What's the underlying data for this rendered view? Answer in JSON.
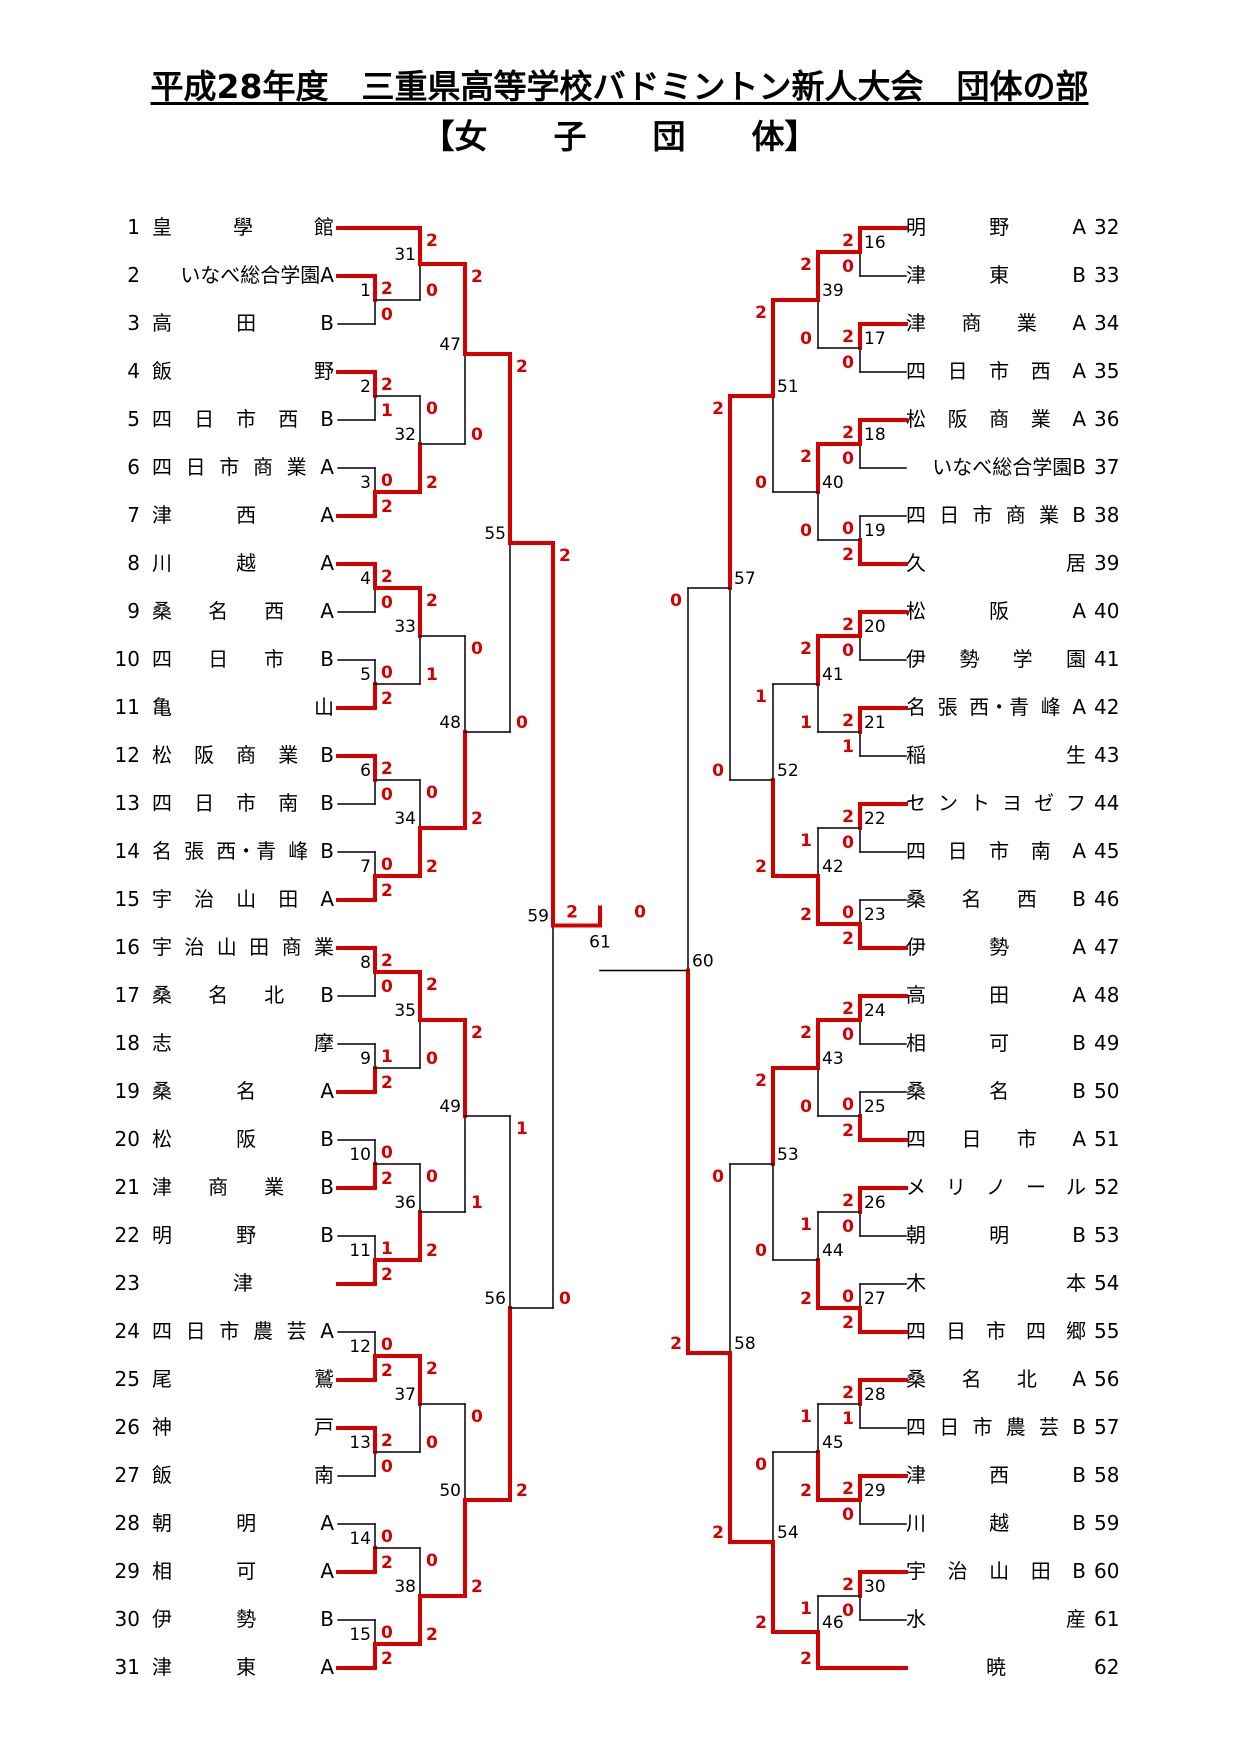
{
  "header": {
    "title": "平成28年度　三重県高等学校バドミントン新人大会　団体の部",
    "subtitle": "【女　　子　　団　　体】"
  },
  "left_teams": [
    {
      "no": "1",
      "name": "皇　學　館"
    },
    {
      "no": "2",
      "name": "いなべ総合学園A"
    },
    {
      "no": "3",
      "name": "高　田　B"
    },
    {
      "no": "4",
      "name": "飯　野"
    },
    {
      "no": "5",
      "name": "四　日　市　西　B"
    },
    {
      "no": "6",
      "name": "四　日　市　商　業　A"
    },
    {
      "no": "7",
      "name": "津　西　A"
    },
    {
      "no": "8",
      "name": "川　越　A"
    },
    {
      "no": "9",
      "name": "桑　名　西　A"
    },
    {
      "no": "10",
      "name": "四　日　市　B"
    },
    {
      "no": "11",
      "name": "亀　山"
    },
    {
      "no": "12",
      "name": "松　阪　商　業　B"
    },
    {
      "no": "13",
      "name": "四　日　市　南　B"
    },
    {
      "no": "14",
      "name": "名　張　西・青　峰　B"
    },
    {
      "no": "15",
      "name": "宇　治　山　田　A"
    },
    {
      "no": "16",
      "name": "宇　治　山　田　商　業"
    },
    {
      "no": "17",
      "name": "桑　名　北　B"
    },
    {
      "no": "18",
      "name": "志　摩"
    },
    {
      "no": "19",
      "name": "桑　名　A"
    },
    {
      "no": "20",
      "name": "松　阪　B"
    },
    {
      "no": "21",
      "name": "津　商　業　B"
    },
    {
      "no": "22",
      "name": "明　野　B"
    },
    {
      "no": "23",
      "name": "　津　"
    },
    {
      "no": "24",
      "name": "四　日　市　農　芸　A"
    },
    {
      "no": "25",
      "name": "尾　鷲"
    },
    {
      "no": "26",
      "name": "神　戸"
    },
    {
      "no": "27",
      "name": "飯　南"
    },
    {
      "no": "28",
      "name": "朝　明　A"
    },
    {
      "no": "29",
      "name": "相　可　A"
    },
    {
      "no": "30",
      "name": "伊　勢　B"
    },
    {
      "no": "31",
      "name": "津　東　A"
    }
  ],
  "right_teams": [
    {
      "no": "32",
      "name": "明　野　A"
    },
    {
      "no": "33",
      "name": "津　東　B"
    },
    {
      "no": "34",
      "name": "津　商　業　A"
    },
    {
      "no": "35",
      "name": "四　日　市　西　A"
    },
    {
      "no": "36",
      "name": "松　阪　商　業　A"
    },
    {
      "no": "37",
      "name": "いなべ総合学園B"
    },
    {
      "no": "38",
      "name": "四　日　市　商　業　B"
    },
    {
      "no": "39",
      "name": "久　居"
    },
    {
      "no": "40",
      "name": "松　阪　A"
    },
    {
      "no": "41",
      "name": "伊　勢　学　園"
    },
    {
      "no": "42",
      "name": "名　張　西・青　峰　A"
    },
    {
      "no": "43",
      "name": "稲　生"
    },
    {
      "no": "44",
      "name": "セ　ン　ト　ヨ　ゼ　フ"
    },
    {
      "no": "45",
      "name": "四　日　市　南　A"
    },
    {
      "no": "46",
      "name": "桑　名　西　B"
    },
    {
      "no": "47",
      "name": "伊　勢　A"
    },
    {
      "no": "48",
      "name": "高　田　A"
    },
    {
      "no": "49",
      "name": "相　可　B"
    },
    {
      "no": "50",
      "name": "桑　名　B"
    },
    {
      "no": "51",
      "name": "四　日　市　A"
    },
    {
      "no": "52",
      "name": "メ　リ　ノ　ー　ル"
    },
    {
      "no": "53",
      "name": "朝　明　B"
    },
    {
      "no": "54",
      "name": "木　本"
    },
    {
      "no": "55",
      "name": "四　日　市　四　郷"
    },
    {
      "no": "56",
      "name": "桑　名　北　A"
    },
    {
      "no": "57",
      "name": "四　日　市　農　芸　B"
    },
    {
      "no": "58",
      "name": "津　西　B"
    },
    {
      "no": "59",
      "name": "川　越　B"
    },
    {
      "no": "60",
      "name": "宇　治　山　田　B"
    },
    {
      "no": "61",
      "name": "水　産"
    },
    {
      "no": "62",
      "name": "　暁"
    }
  ],
  "matches": [
    {
      "id": "1",
      "side": "L",
      "level": 1,
      "children": [
        "2",
        "3"
      ],
      "scores": [
        "2",
        "0"
      ],
      "winner": 0
    },
    {
      "id": "2",
      "side": "L",
      "level": 1,
      "children": [
        "4",
        "5"
      ],
      "scores": [
        "2",
        "1"
      ],
      "winner": 0
    },
    {
      "id": "3",
      "side": "L",
      "level": 1,
      "children": [
        "6",
        "7"
      ],
      "scores": [
        "0",
        "2"
      ],
      "winner": 1
    },
    {
      "id": "4",
      "side": "L",
      "level": 1,
      "children": [
        "8",
        "9"
      ],
      "scores": [
        "2",
        "0"
      ],
      "winner": 0
    },
    {
      "id": "5",
      "side": "L",
      "level": 1,
      "children": [
        "10",
        "11"
      ],
      "scores": [
        "0",
        "2"
      ],
      "winner": 1
    },
    {
      "id": "6",
      "side": "L",
      "level": 1,
      "children": [
        "12",
        "13"
      ],
      "scores": [
        "2",
        "0"
      ],
      "winner": 0
    },
    {
      "id": "7",
      "side": "L",
      "level": 1,
      "children": [
        "14",
        "15"
      ],
      "scores": [
        "0",
        "2"
      ],
      "winner": 1
    },
    {
      "id": "8",
      "side": "L",
      "level": 1,
      "children": [
        "16",
        "17"
      ],
      "scores": [
        "2",
        "0"
      ],
      "winner": 0
    },
    {
      "id": "9",
      "side": "L",
      "level": 1,
      "children": [
        "18",
        "19"
      ],
      "scores": [
        "1",
        "2"
      ],
      "winner": 1
    },
    {
      "id": "10",
      "side": "L",
      "level": 1,
      "children": [
        "20",
        "21"
      ],
      "scores": [
        "0",
        "2"
      ],
      "winner": 1
    },
    {
      "id": "11",
      "side": "L",
      "level": 1,
      "children": [
        "22",
        "23"
      ],
      "scores": [
        "1",
        "2"
      ],
      "winner": 1
    },
    {
      "id": "12",
      "side": "L",
      "level": 1,
      "children": [
        "24",
        "25"
      ],
      "scores": [
        "0",
        "2"
      ],
      "winner": 1
    },
    {
      "id": "13",
      "side": "L",
      "level": 1,
      "children": [
        "26",
        "27"
      ],
      "scores": [
        "2",
        "0"
      ],
      "winner": 0
    },
    {
      "id": "14",
      "side": "L",
      "level": 1,
      "children": [
        "28",
        "29"
      ],
      "scores": [
        "0",
        "2"
      ],
      "winner": 1
    },
    {
      "id": "15",
      "side": "L",
      "level": 1,
      "children": [
        "30",
        "31"
      ],
      "scores": [
        "0",
        "2"
      ],
      "winner": 1
    },
    {
      "id": "31",
      "side": "L",
      "level": 2,
      "children": [
        "1",
        "m1"
      ],
      "scores": [
        "2",
        "0"
      ],
      "winner": 0
    },
    {
      "id": "32",
      "side": "L",
      "level": 2,
      "children": [
        "m2",
        "m3"
      ],
      "scores": [
        "0",
        "2"
      ],
      "winner": 1
    },
    {
      "id": "33",
      "side": "L",
      "level": 2,
      "children": [
        "m4",
        "m5"
      ],
      "scores": [
        "2",
        "1"
      ],
      "winner": 0
    },
    {
      "id": "34",
      "side": "L",
      "level": 2,
      "children": [
        "m6",
        "m7"
      ],
      "scores": [
        "0",
        "2"
      ],
      "winner": 1
    },
    {
      "id": "35",
      "side": "L",
      "level": 2,
      "children": [
        "m8",
        "m9"
      ],
      "scores": [
        "2",
        "0"
      ],
      "winner": 0
    },
    {
      "id": "36",
      "side": "L",
      "level": 2,
      "children": [
        "m10",
        "m11"
      ],
      "scores": [
        "0",
        "2"
      ],
      "winner": 1
    },
    {
      "id": "37",
      "side": "L",
      "level": 2,
      "children": [
        "m12",
        "m13"
      ],
      "scores": [
        "2",
        "0"
      ],
      "winner": 0
    },
    {
      "id": "38",
      "side": "L",
      "level": 2,
      "children": [
        "m14",
        "m15"
      ],
      "scores": [
        "0",
        "2"
      ],
      "winner": 1
    },
    {
      "id": "47",
      "side": "L",
      "level": 3,
      "children": [
        "m31",
        "m32"
      ],
      "scores": [
        "2",
        "0"
      ],
      "winner": 0
    },
    {
      "id": "48",
      "side": "L",
      "level": 3,
      "children": [
        "m33",
        "m34"
      ],
      "scores": [
        "0",
        "2"
      ],
      "winner": 1
    },
    {
      "id": "49",
      "side": "L",
      "level": 3,
      "children": [
        "m35",
        "m36"
      ],
      "scores": [
        "2",
        "1"
      ],
      "winner": 0
    },
    {
      "id": "50",
      "side": "L",
      "level": 3,
      "children": [
        "m37",
        "m38"
      ],
      "scores": [
        "0",
        "2"
      ],
      "winner": 1
    },
    {
      "id": "55",
      "side": "L",
      "level": 4,
      "children": [
        "m47",
        "m48"
      ],
      "scores": [
        "2",
        "0"
      ],
      "winner": 0
    },
    {
      "id": "56",
      "side": "L",
      "level": 4,
      "children": [
        "m49",
        "m50"
      ],
      "scores": [
        "1",
        "2"
      ],
      "winner": 1
    },
    {
      "id": "59",
      "side": "L",
      "level": 5,
      "children": [
        "m55",
        "m56"
      ],
      "scores": [
        "2",
        "0"
      ],
      "winner": 0
    },
    {
      "id": "16",
      "side": "R",
      "level": 1,
      "children": [
        "32",
        "33"
      ],
      "scores": [
        "2",
        "0"
      ],
      "winner": 0
    },
    {
      "id": "17",
      "side": "R",
      "level": 1,
      "children": [
        "34",
        "35"
      ],
      "scores": [
        "2",
        "0"
      ],
      "winner": 0
    },
    {
      "id": "18",
      "side": "R",
      "level": 1,
      "children": [
        "36",
        "37"
      ],
      "scores": [
        "2",
        "0"
      ],
      "winner": 0
    },
    {
      "id": "19",
      "side": "R",
      "level": 1,
      "children": [
        "38",
        "39"
      ],
      "scores": [
        "0",
        "2"
      ],
      "winner": 1
    },
    {
      "id": "20",
      "side": "R",
      "level": 1,
      "children": [
        "40",
        "41"
      ],
      "scores": [
        "2",
        "0"
      ],
      "winner": 0
    },
    {
      "id": "21",
      "side": "R",
      "level": 1,
      "children": [
        "42",
        "43"
      ],
      "scores": [
        "2",
        "1"
      ],
      "winner": 0
    },
    {
      "id": "22",
      "side": "R",
      "level": 1,
      "children": [
        "44",
        "45"
      ],
      "scores": [
        "2",
        "0"
      ],
      "winner": 0
    },
    {
      "id": "23",
      "side": "R",
      "level": 1,
      "children": [
        "46",
        "47"
      ],
      "scores": [
        "0",
        "2"
      ],
      "winner": 1
    },
    {
      "id": "24",
      "side": "R",
      "level": 1,
      "children": [
        "48",
        "49"
      ],
      "scores": [
        "2",
        "0"
      ],
      "winner": 0
    },
    {
      "id": "25",
      "side": "R",
      "level": 1,
      "children": [
        "50",
        "51"
      ],
      "scores": [
        "0",
        "2"
      ],
      "winner": 1
    },
    {
      "id": "26",
      "side": "R",
      "level": 1,
      "children": [
        "52",
        "53"
      ],
      "scores": [
        "2",
        "0"
      ],
      "winner": 0
    },
    {
      "id": "27",
      "side": "R",
      "level": 1,
      "children": [
        "54",
        "55"
      ],
      "scores": [
        "0",
        "2"
      ],
      "winner": 1
    },
    {
      "id": "28",
      "side": "R",
      "level": 1,
      "children": [
        "56",
        "57"
      ],
      "scores": [
        "2",
        "1"
      ],
      "winner": 0
    },
    {
      "id": "29",
      "side": "R",
      "level": 1,
      "children": [
        "58",
        "59"
      ],
      "scores": [
        "2",
        "0"
      ],
      "winner": 0
    },
    {
      "id": "30",
      "side": "R",
      "level": 1,
      "children": [
        "60",
        "61"
      ],
      "scores": [
        "2",
        "0"
      ],
      "winner": 0
    },
    {
      "id": "39",
      "side": "R",
      "level": 2,
      "children": [
        "m16",
        "m17"
      ],
      "scores": [
        "2",
        "0"
      ],
      "winner": 0
    },
    {
      "id": "40",
      "side": "R",
      "level": 2,
      "children": [
        "m18",
        "m19"
      ],
      "scores": [
        "2",
        "0"
      ],
      "winner": 0
    },
    {
      "id": "41",
      "side": "R",
      "level": 2,
      "children": [
        "m20",
        "m21"
      ],
      "scores": [
        "2",
        "1"
      ],
      "winner": 0
    },
    {
      "id": "42",
      "side": "R",
      "level": 2,
      "children": [
        "m22",
        "m23"
      ],
      "scores": [
        "1",
        "2"
      ],
      "winner": 1
    },
    {
      "id": "43",
      "side": "R",
      "level": 2,
      "children": [
        "m24",
        "m25"
      ],
      "scores": [
        "2",
        "0"
      ],
      "winner": 0
    },
    {
      "id": "44",
      "side": "R",
      "level": 2,
      "children": [
        "m26",
        "m27"
      ],
      "scores": [
        "1",
        "2"
      ],
      "winner": 1
    },
    {
      "id": "45",
      "side": "R",
      "level": 2,
      "children": [
        "m28",
        "m29"
      ],
      "scores": [
        "1",
        "2"
      ],
      "winner": 1
    },
    {
      "id": "46",
      "side": "R",
      "level": 2,
      "children": [
        "m30",
        "62"
      ],
      "scores": [
        "1",
        "2"
      ],
      "winner": 1
    },
    {
      "id": "51",
      "side": "R",
      "level": 3,
      "children": [
        "m39",
        "m40"
      ],
      "scores": [
        "2",
        "0"
      ],
      "winner": 0
    },
    {
      "id": "52",
      "side": "R",
      "level": 3,
      "children": [
        "m41",
        "m42"
      ],
      "scores": [
        "1",
        "2"
      ],
      "winner": 1
    },
    {
      "id": "53",
      "side": "R",
      "level": 3,
      "children": [
        "m43",
        "m44"
      ],
      "scores": [
        "2",
        "0"
      ],
      "winner": 0
    },
    {
      "id": "54",
      "side": "R",
      "level": 3,
      "children": [
        "m45",
        "m46"
      ],
      "scores": [
        "0",
        "2"
      ],
      "winner": 1
    },
    {
      "id": "57",
      "side": "R",
      "level": 4,
      "children": [
        "m51",
        "m52"
      ],
      "scores": [
        "2",
        "0"
      ],
      "winner": 0
    },
    {
      "id": "58",
      "side": "R",
      "level": 4,
      "children": [
        "m53",
        "m54"
      ],
      "scores": [
        "0",
        "2"
      ],
      "winner": 1
    },
    {
      "id": "60",
      "side": "R",
      "level": 5,
      "children": [
        "m57",
        "m58"
      ],
      "scores": [
        "0",
        "2"
      ],
      "winner": 1
    }
  ],
  "final": {
    "id": "61",
    "score_left": "2",
    "score_right": "0",
    "winner": "left"
  },
  "colors": {
    "winner_line": "#d40000",
    "loser_line": "#000000",
    "score_text": "#d40000",
    "text": "#000000"
  }
}
